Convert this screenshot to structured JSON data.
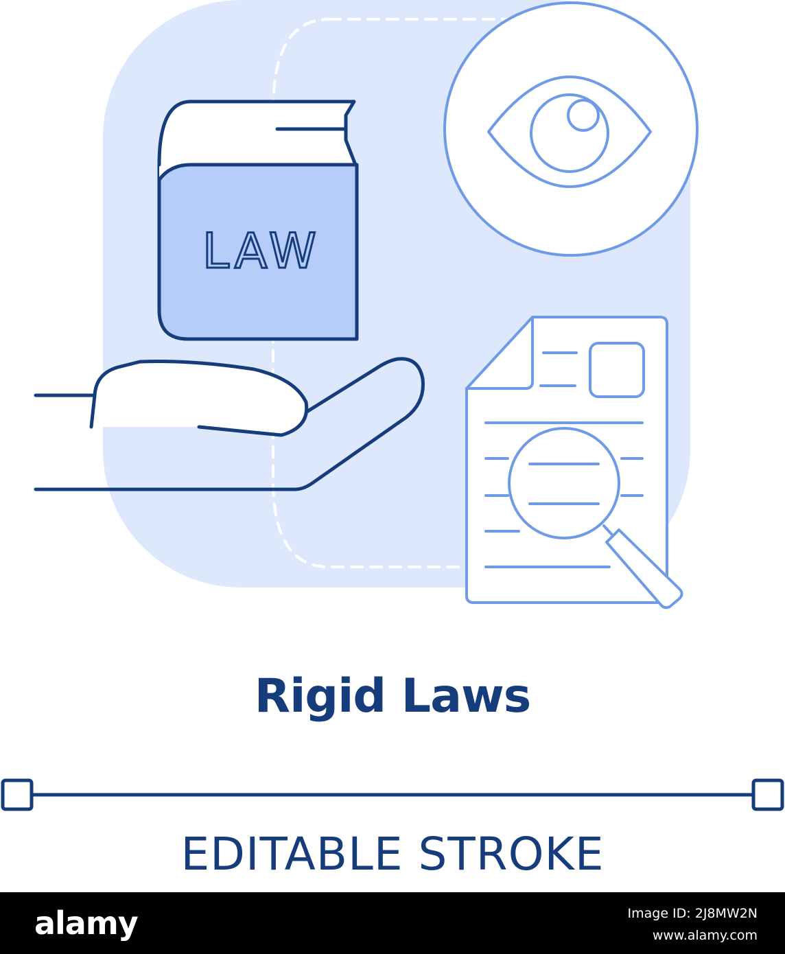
{
  "book": {
    "label": "LAW"
  },
  "title": "Rigid Laws",
  "caption": "EDITABLE STROKE",
  "footer": {
    "logo": "alamy",
    "image_id": "Image ID: 2J8MW2N",
    "url": "www.alamy.com"
  },
  "colors": {
    "navy": "#163c7c",
    "light_blue": "#6f9be6",
    "backdrop": "#dde8fd",
    "book_cover": "#b6cdfa",
    "dashed": "#ffffff"
  },
  "icons": [
    "law-book-icon",
    "open-hand-icon",
    "eye-icon",
    "document-search-icon",
    "magnifier-icon"
  ]
}
